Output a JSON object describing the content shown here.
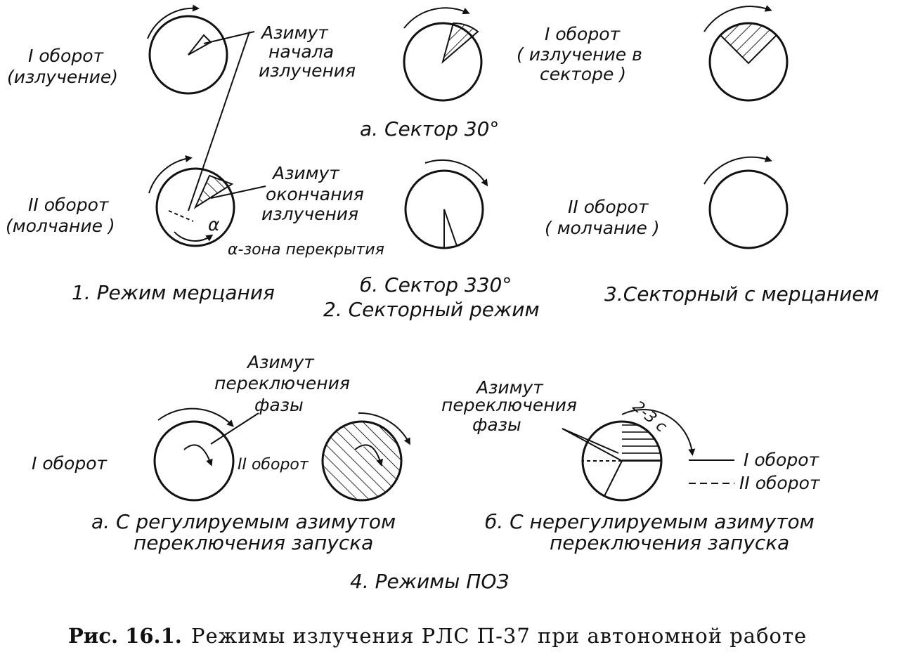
{
  "diagram": {
    "row1": {
      "mode1": {
        "turn1": [
          "I оборот",
          "(излучение)"
        ],
        "turn2": [
          "II оборот",
          "(молчание )"
        ],
        "az_start": [
          "Азимут",
          "начала",
          "излучения"
        ],
        "az_end": [
          "Азимут",
          "окончания",
          "излучения"
        ],
        "alpha": "α",
        "overlap": "α-зона перекрытия",
        "title": "1. Режим мерцания"
      },
      "mode2": {
        "sector_a": "а. Сектор 30°",
        "sector_b": "б. Сектор 330°",
        "title": "2. Секторный режим"
      },
      "mode3": {
        "turn1": [
          "I оборот",
          "( излучение в",
          "секторе )"
        ],
        "turn2": [
          "II оборот",
          "( молчание )"
        ],
        "title": "3.Секторный с мерцанием"
      }
    },
    "row2": {
      "a": {
        "turn1": "I оборот",
        "turn2": "II оборот",
        "az_switch": [
          "Азимут",
          "переключения",
          "фазы"
        ],
        "title": [
          "а. С регулируемым азимутом",
          "переключения запуска"
        ]
      },
      "b": {
        "az_switch": [
          "Азимут",
          "переключения",
          "фазы"
        ],
        "time": "2-3 с",
        "legend_solid": "I оборот",
        "legend_dashed": "II оборот",
        "title": [
          "б. С нерегулируемым азимутом",
          "переключения запуска"
        ]
      },
      "title": "4. Режимы ПОЗ"
    },
    "caption": {
      "prefix": "Рис. 16.1.",
      "text": "Режимы излучения РЛС П-37 при автономной работе"
    }
  }
}
